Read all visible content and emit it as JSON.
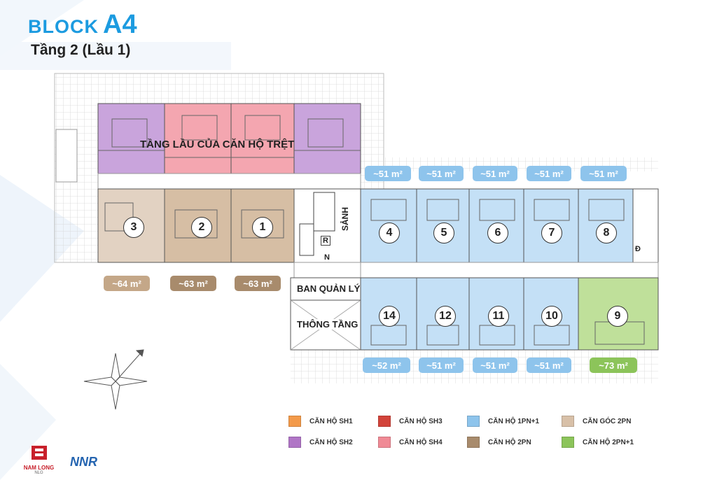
{
  "header": {
    "block_word": "BLOCK",
    "block_id": "A4",
    "floor": "Tầng 2 (Lầu 1)"
  },
  "plan": {
    "top_zone_label": "TẦNG LẦU CỦA CĂN HỘ TRỆT",
    "lobby_label": "SẢNH",
    "management_label": "BAN QUẢN LÝ",
    "void_label": "THÔNG TẦNG",
    "r_label": "R",
    "n_label": "N",
    "d_label": "Đ",
    "units": [
      {
        "id": "3",
        "type": "corner_2pn"
      },
      {
        "id": "2",
        "type": "2pn"
      },
      {
        "id": "1",
        "type": "2pn"
      },
      {
        "id": "4",
        "type": "1pn_plus"
      },
      {
        "id": "5",
        "type": "1pn_plus"
      },
      {
        "id": "6",
        "type": "1pn_plus"
      },
      {
        "id": "7",
        "type": "1pn_plus"
      },
      {
        "id": "8",
        "type": "1pn_plus"
      },
      {
        "id": "14",
        "type": "1pn_plus"
      },
      {
        "id": "12",
        "type": "1pn_plus"
      },
      {
        "id": "11",
        "type": "1pn_plus"
      },
      {
        "id": "10",
        "type": "1pn_plus"
      },
      {
        "id": "9",
        "type": "2pn_plus"
      }
    ],
    "areas_top_right": [
      "~51 m²",
      "~51 m²",
      "~51 m²",
      "~51 m²",
      "~51 m²"
    ],
    "areas_left": [
      "~64 m²",
      "~63 m²",
      "~63 m²"
    ],
    "areas_bottom_right": [
      "~52 m²",
      "~51 m²",
      "~51 m²",
      "~51 m²",
      "~73 m²"
    ]
  },
  "legend": [
    {
      "label": "CĂN HỘ SH1",
      "color": "#f39a4a"
    },
    {
      "label": "CĂN HỘ SH3",
      "color": "#d2433a"
    },
    {
      "label": "CĂN HỘ 1PN+1",
      "color": "#8ec4ec"
    },
    {
      "label": "CĂN GÓC 2PN",
      "color": "#d8c0a8"
    },
    {
      "label": "CĂN HỘ SH2",
      "color": "#b075c6"
    },
    {
      "label": "CĂN HỘ SH4",
      "color": "#f08a95"
    },
    {
      "label": "CĂN HỘ 2PN",
      "color": "#a88b6c"
    },
    {
      "label": "CĂN HỘ 2PN+1",
      "color": "#8cc45a"
    }
  ],
  "logos": {
    "developer": "NAM LONG",
    "developer_sub": "NLG",
    "partner": "NNR"
  },
  "colors": {
    "title_blue": "#1c9be0",
    "purple": "#c9a4dc",
    "pink": "#f4a6b0",
    "tan": "#e2d2c2",
    "blue": "#c4e0f6",
    "green": "#bfe09a"
  }
}
